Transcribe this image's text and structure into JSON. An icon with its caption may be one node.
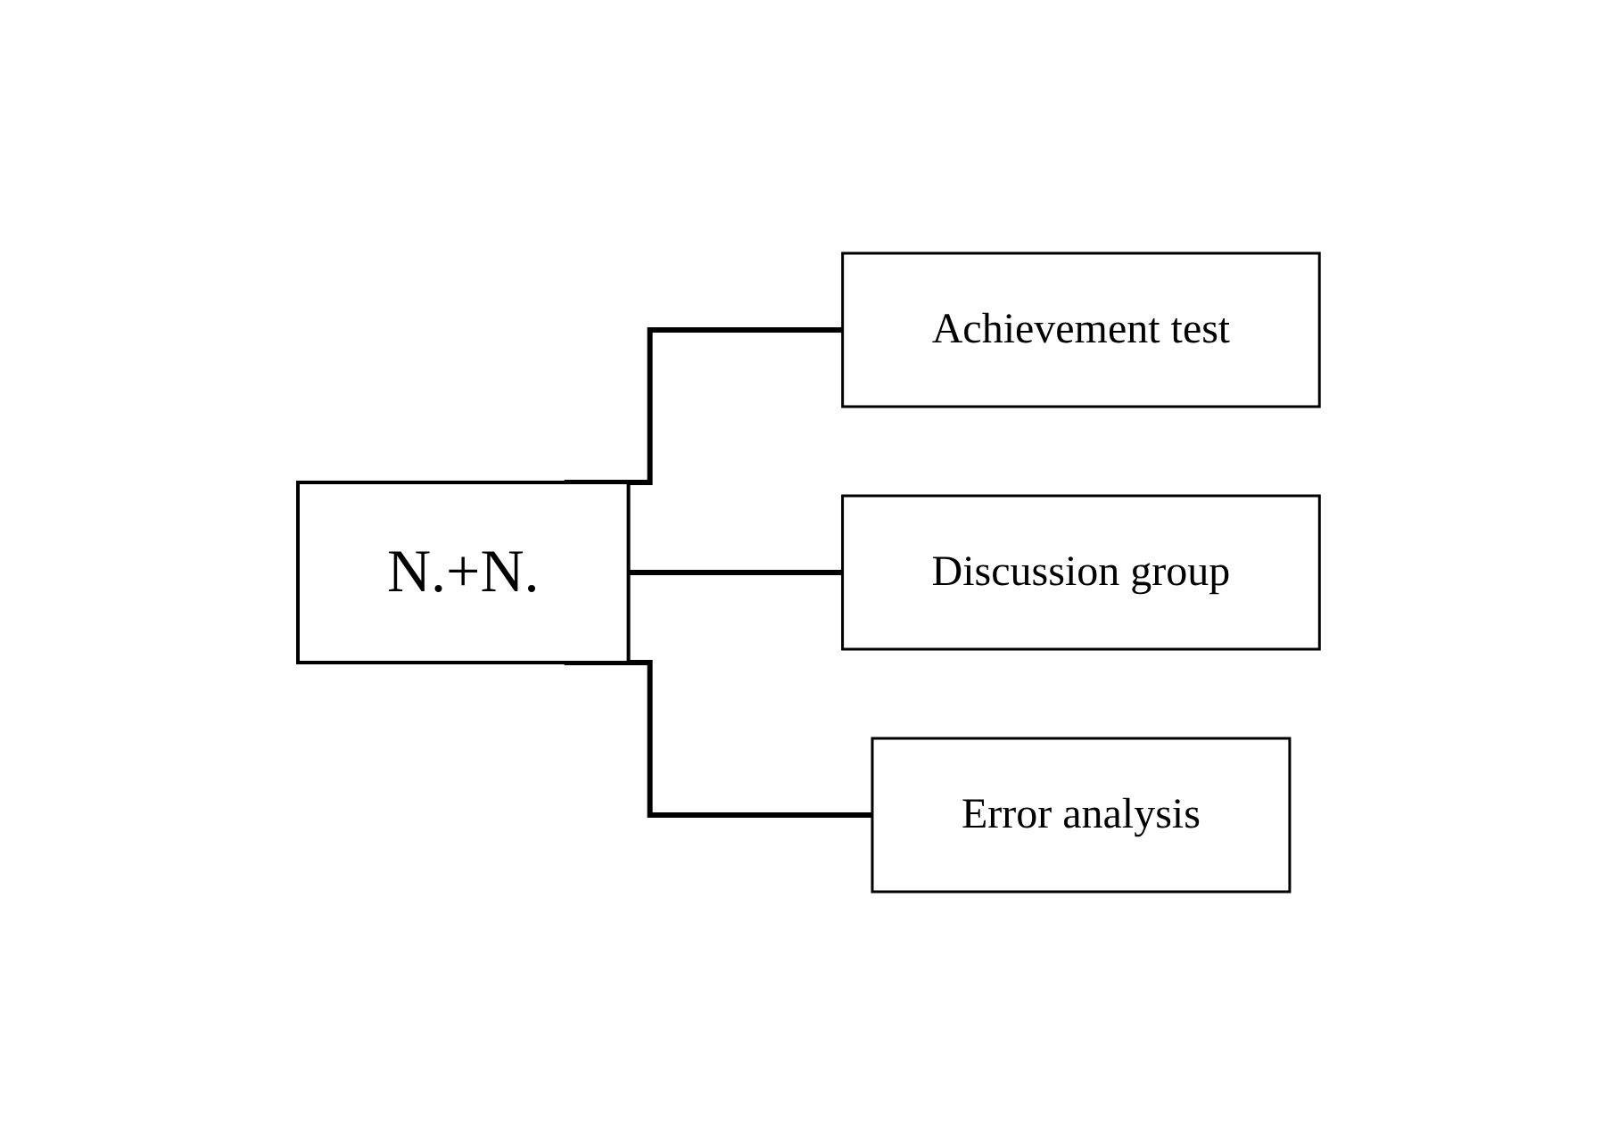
{
  "diagram": {
    "nodes": [
      {
        "text": [
          "N.+N."
        ]
      },
      {
        "text": [
          "Achievement test"
        ]
      },
      {
        "text": [
          "Discussion group"
        ]
      },
      {
        "text": [
          "Error analysis"
        ]
      }
    ],
    "edges": [
      {
        "from": 0,
        "to": 1,
        "arrow": "none"
      },
      {
        "from": 0,
        "to": 2,
        "arrow": "none"
      },
      {
        "from": 0,
        "to": 3,
        "arrow": "none"
      }
    ]
  }
}
